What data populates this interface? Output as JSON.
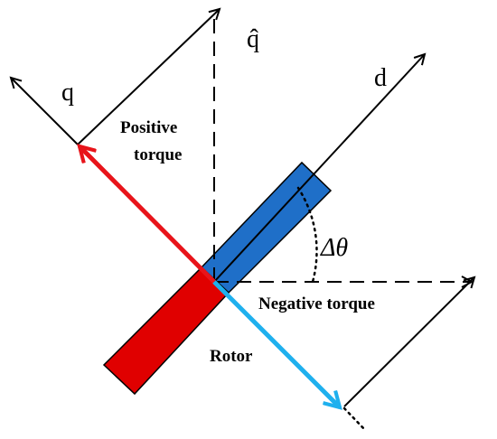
{
  "labels": {
    "q": "q",
    "q_hat": "q̂",
    "d": "d",
    "delta_theta": "Δθ",
    "positive_torque_line1": "Positive",
    "positive_torque_line2": "torque",
    "negative_torque": "Negative torque",
    "rotor": "Rotor"
  },
  "colors": {
    "rotor_north": "#1f6fc8",
    "rotor_south": "#e00000",
    "q_axis_arrow": "#e8141a",
    "negative_arrow": "#1fb0ee",
    "axes": "#000000"
  }
}
